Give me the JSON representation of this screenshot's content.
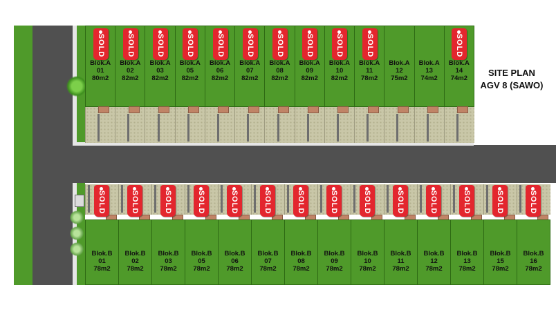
{
  "title": {
    "line1": "SITE PLAN",
    "line2": "AGV 8 (SAWO)"
  },
  "colors": {
    "grass": "#4f9a2a",
    "road": "#505050",
    "paving": "#c9c7a8",
    "sold_tag": "#e3262e"
  },
  "sold_label": "SOLD",
  "block_a": [
    {
      "block": "Blok.A",
      "number": "01",
      "area": "80m2",
      "sold": true
    },
    {
      "block": "Blok.A",
      "number": "02",
      "area": "82m2",
      "sold": true
    },
    {
      "block": "Blok.A",
      "number": "03",
      "area": "82m2",
      "sold": true
    },
    {
      "block": "Blok.A",
      "number": "05",
      "area": "82m2",
      "sold": true
    },
    {
      "block": "Blok.A",
      "number": "06",
      "area": "82m2",
      "sold": true
    },
    {
      "block": "Blok.A",
      "number": "07",
      "area": "82m2",
      "sold": true
    },
    {
      "block": "Blok.A",
      "number": "08",
      "area": "82m2",
      "sold": true
    },
    {
      "block": "Blok.A",
      "number": "09",
      "area": "82m2",
      "sold": true
    },
    {
      "block": "Blok.A",
      "number": "10",
      "area": "82m2",
      "sold": true
    },
    {
      "block": "Blok.A",
      "number": "11",
      "area": "78m2",
      "sold": true
    },
    {
      "block": "Blok.A",
      "number": "12",
      "area": "75m2",
      "sold": false
    },
    {
      "block": "Blok.A",
      "number": "13",
      "area": "74m2",
      "sold": false
    },
    {
      "block": "Blok.A",
      "number": "14",
      "area": "74m2",
      "sold": true
    }
  ],
  "block_b": [
    {
      "block": "Blok.B",
      "number": "01",
      "area": "78m2",
      "sold": true
    },
    {
      "block": "Blok.B",
      "number": "02",
      "area": "78m2",
      "sold": true
    },
    {
      "block": "Blok.B",
      "number": "03",
      "area": "78m2",
      "sold": true
    },
    {
      "block": "Blok.B",
      "number": "05",
      "area": "78m2",
      "sold": true
    },
    {
      "block": "Blok.B",
      "number": "06",
      "area": "78m2",
      "sold": true
    },
    {
      "block": "Blok.B",
      "number": "07",
      "area": "78m2",
      "sold": true
    },
    {
      "block": "Blok.B",
      "number": "08",
      "area": "78m2",
      "sold": true
    },
    {
      "block": "Blok.B",
      "number": "09",
      "area": "78m2",
      "sold": true
    },
    {
      "block": "Blok.B",
      "number": "10",
      "area": "78m2",
      "sold": true
    },
    {
      "block": "Blok.B",
      "number": "11",
      "area": "78m2",
      "sold": true
    },
    {
      "block": "Blok.B",
      "number": "12",
      "area": "78m2",
      "sold": true
    },
    {
      "block": "Blok.B",
      "number": "13",
      "area": "78m2",
      "sold": true
    },
    {
      "block": "Blok.B",
      "number": "15",
      "area": "78m2",
      "sold": true
    },
    {
      "block": "Blok.B",
      "number": "16",
      "area": "78m2",
      "sold": true
    }
  ]
}
